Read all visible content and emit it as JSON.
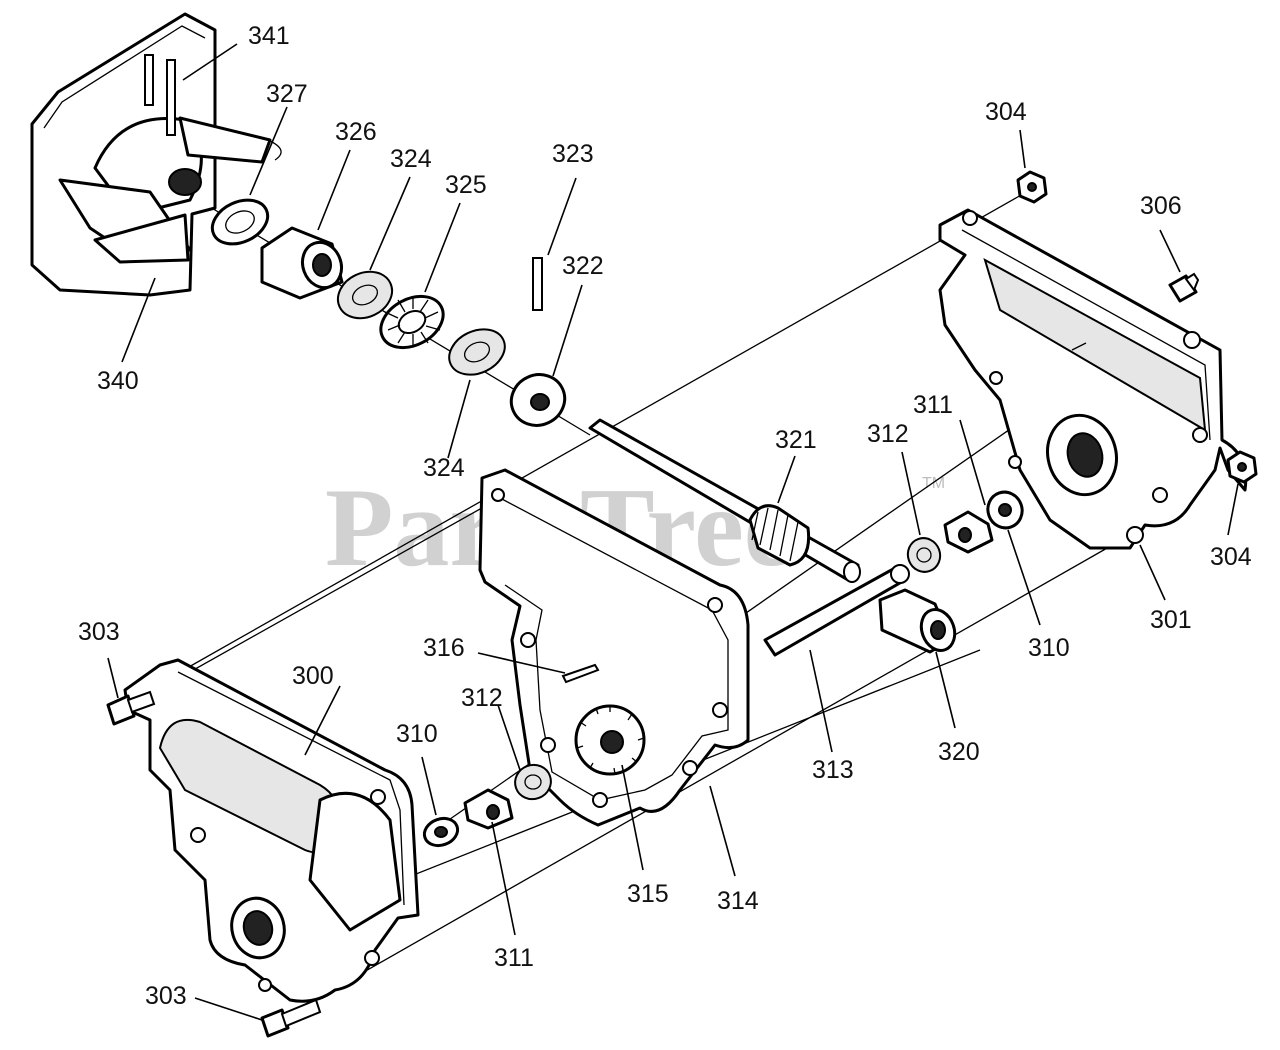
{
  "watermark": {
    "text": "PartsTree",
    "trademark": "TM"
  },
  "callouts": {
    "c300": "300",
    "c301": "301",
    "c303a": "303",
    "c303b": "303",
    "c304a": "304",
    "c304b": "304",
    "c306": "306",
    "c310a": "310",
    "c310b": "310",
    "c311a": "311",
    "c311b": "311",
    "c312a": "312",
    "c312b": "312",
    "c313": "313",
    "c314": "314",
    "c315": "315",
    "c316": "316",
    "c320": "320",
    "c321": "321",
    "c322": "322",
    "c323": "323",
    "c324a": "324",
    "c324b": "324",
    "c325": "325",
    "c326": "326",
    "c327": "327",
    "c340": "340",
    "c341": "341"
  }
}
